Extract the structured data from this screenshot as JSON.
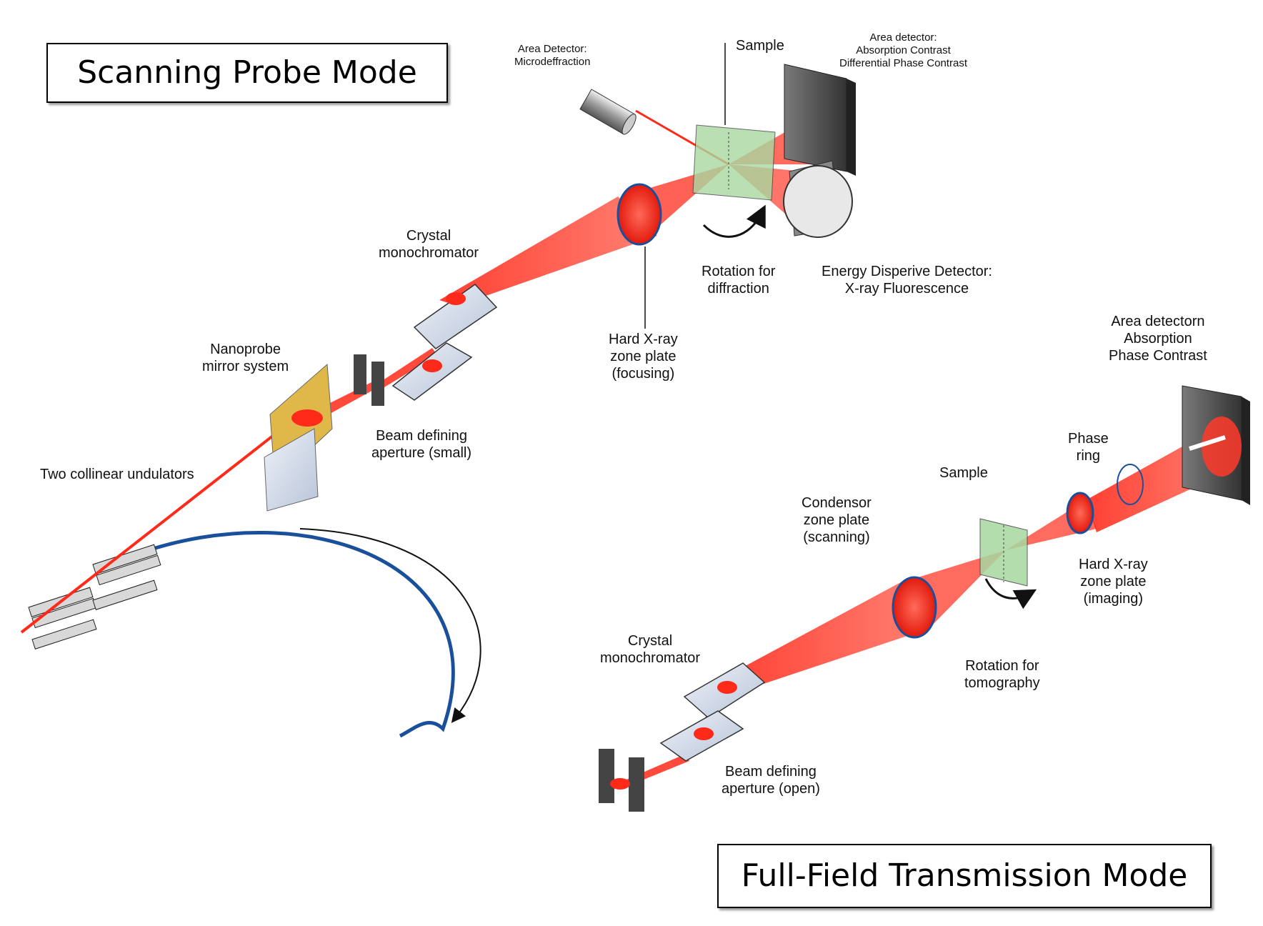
{
  "titles": {
    "scanning": "Scanning Probe Mode",
    "full_field": "Full-Field Transmission Mode"
  },
  "scanning_labels": {
    "area_detector_micro": [
      "Area Detector:",
      "Microdeffraction"
    ],
    "sample": "Sample",
    "area_detector_abs": [
      "Area detector:",
      "Absorption Contrast",
      "Differential Phase Contrast"
    ],
    "crystal_mono": [
      "Crystal",
      "monochromator"
    ],
    "rotation": [
      "Rotation for",
      "diffraction"
    ],
    "energy_detector": [
      "Energy Disperive Detector:",
      "X-ray Fluorescence"
    ],
    "zone_plate": [
      "Hard X-ray",
      "zone plate",
      "(focusing)"
    ],
    "mirror": [
      "Nanoprobe",
      "mirror system"
    ],
    "aperture": [
      "Beam defining",
      "aperture (small)"
    ],
    "undulators": "Two collinear undulators"
  },
  "full_field_labels": {
    "area_detector": [
      "Area detectorn",
      "Absorption",
      "Phase Contrast"
    ],
    "phase_ring": [
      "Phase",
      "ring"
    ],
    "sample": "Sample",
    "condensor": [
      "Condensor",
      "zone plate",
      "(scanning)"
    ],
    "zone_plate": [
      "Hard X-ray",
      "zone plate",
      "(imaging)"
    ],
    "crystal_mono": [
      "Crystal",
      "monochromator"
    ],
    "rotation": [
      "Rotation for",
      "tomography"
    ],
    "aperture": [
      "Beam defining",
      "aperture (open)"
    ]
  },
  "colors": {
    "beam": "#ff2a1a",
    "storage_ring": "#1a4f9c",
    "detector": "#555555",
    "sample_green": "#a8d8a0"
  }
}
